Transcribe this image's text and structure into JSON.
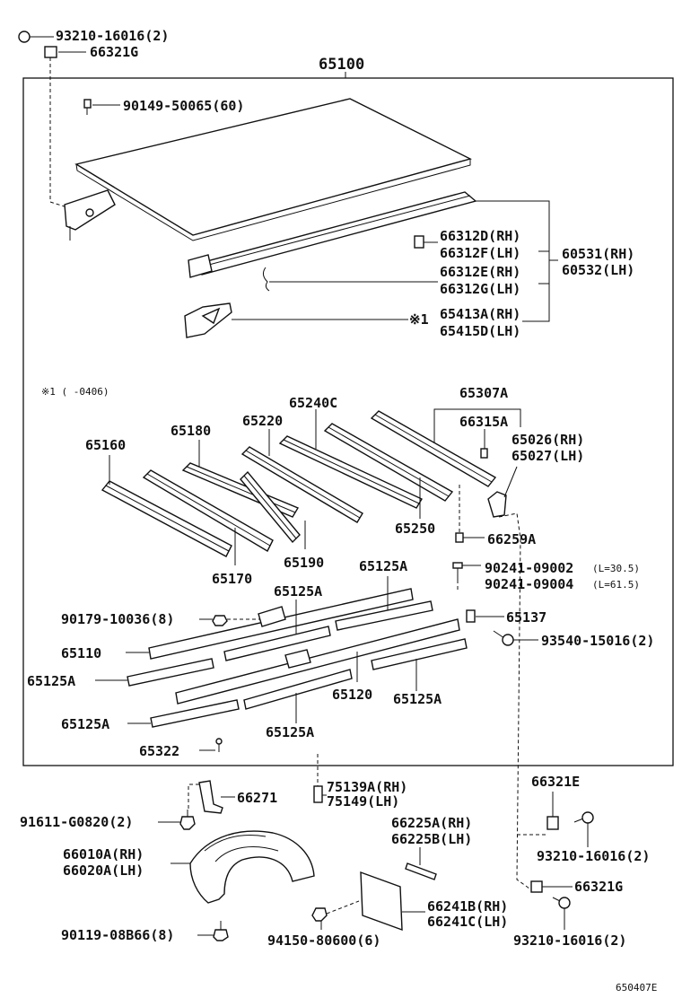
{
  "diagram": {
    "assembly_number": "65100",
    "footnote_marker": "※1",
    "footnote_text": "※1 (   -0406)",
    "figure_code": "650407E",
    "labels": {
      "l_93210_top": "93210-16016(2)",
      "l_66321G_top": "66321G",
      "l_90149": "90149-50065(60)",
      "l_66312D": "66312D(RH)",
      "l_66312F": "66312F(LH)",
      "l_66312E": "66312E(RH)",
      "l_66312G": "66312G(LH)",
      "l_60531": "60531(RH)",
      "l_60532": "60532(LH)",
      "l_65413A": "65413A(RH)",
      "l_65415D": "65415D(LH)",
      "l_65307A": "65307A",
      "l_65240C": "65240C",
      "l_65220": "65220",
      "l_65180": "65180",
      "l_65160": "65160",
      "l_66315A": "66315A",
      "l_65026": "65026(RH)",
      "l_65027": "65027(LH)",
      "l_65250": "65250",
      "l_66259A": "66259A",
      "l_65170": "65170",
      "l_65190": "65190",
      "l_65125A_1": "65125A",
      "l_65125A_2": "65125A",
      "l_65125A_3": "65125A",
      "l_65125A_4": "65125A",
      "l_65125A_5": "65125A",
      "l_65125A_6": "65125A",
      "l_90241_a": "90241-09002",
      "l_90241_a_len": "(L=30.5)",
      "l_90241_b": "90241-09004",
      "l_90241_b_len": "(L=61.5)",
      "l_90179": "90179-10036(8)",
      "l_65137": "65137",
      "l_93540": "93540-15016(2)",
      "l_65110": "65110",
      "l_65120": "65120",
      "l_65322": "65322",
      "l_75139A": "75139A(RH)",
      "l_75149": "75149(LH)",
      "l_66271": "66271",
      "l_66321E": "66321E",
      "l_91611": "91611-G0820(2)",
      "l_66225A": "66225A(RH)",
      "l_66225B": "66225B(LH)",
      "l_93210_mid": "93210-16016(2)",
      "l_66010A": "66010A(RH)",
      "l_66020A": "66020A(LH)",
      "l_66321G_bot": "66321G",
      "l_66241B": "66241B(RH)",
      "l_66241C": "66241C(LH)",
      "l_90119": "90119-08B66(8)",
      "l_94150": "94150-80600(6)",
      "l_93210_bot": "93210-16016(2)"
    }
  }
}
